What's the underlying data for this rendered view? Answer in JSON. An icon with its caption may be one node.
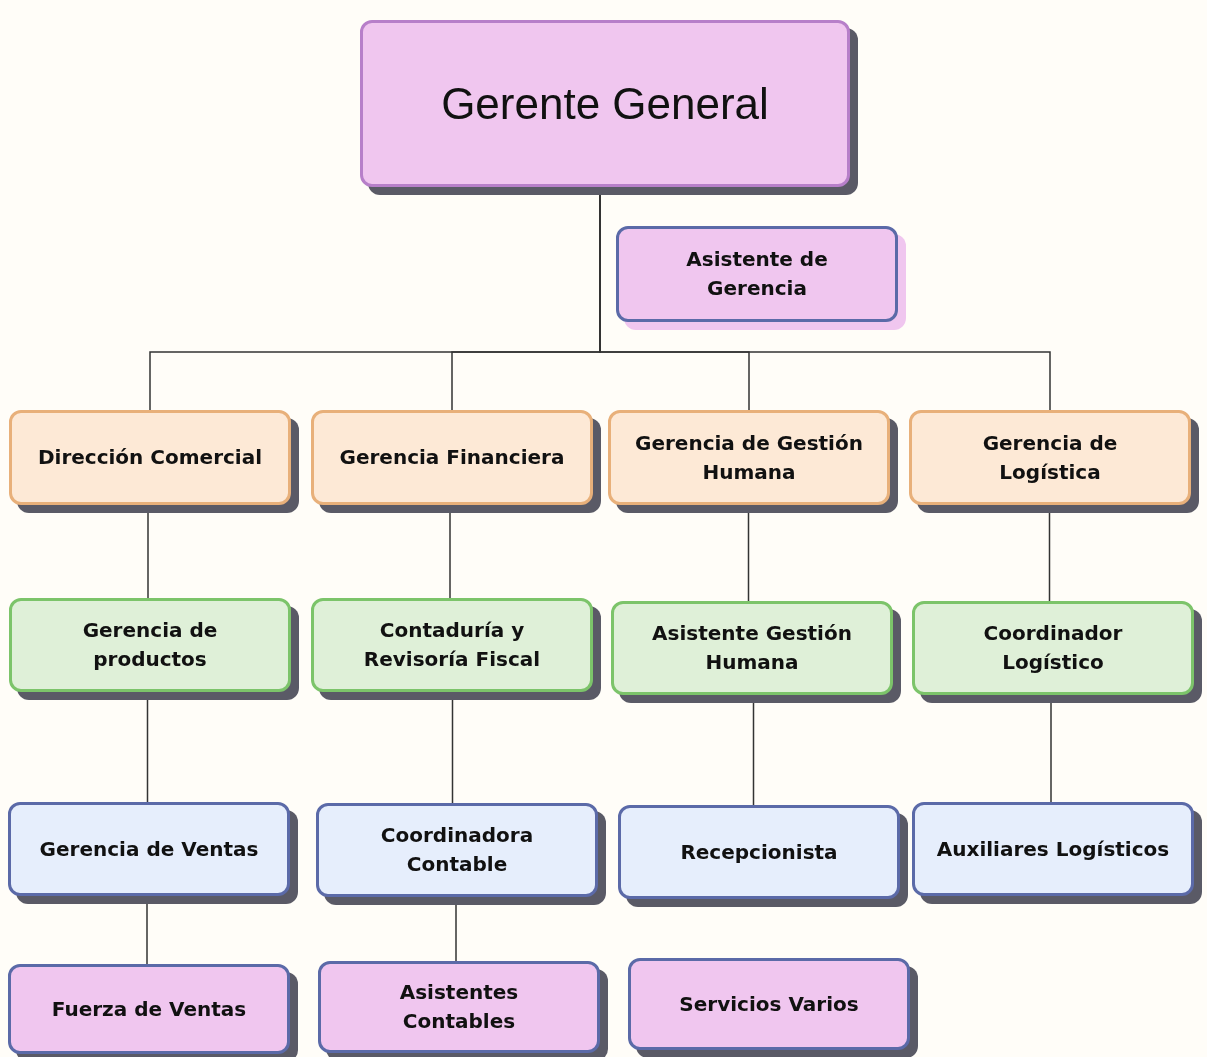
{
  "diagram": {
    "nodes": [
      {
        "text": [
          "Gerente General"
        ]
      },
      {
        "text": [
          "Asistente de Gerencia"
        ]
      },
      {
        "text": [
          "Dirección Comercial"
        ]
      },
      {
        "text": [
          "Gerencia Financiera"
        ]
      },
      {
        "text": [
          "Gerencia de Gestión Humana"
        ]
      },
      {
        "text": [
          "Gerencia de Logística"
        ]
      },
      {
        "text": [
          "Gerencia de productos"
        ]
      },
      {
        "text": [
          "Contaduría y Revisoría Fiscal"
        ]
      },
      {
        "text": [
          "Asistente Gestión Humana"
        ]
      },
      {
        "text": [
          "Coordinador Logístico"
        ]
      },
      {
        "text": [
          "Gerencia de Ventas"
        ]
      },
      {
        "text": [
          "Coordinadora Contable"
        ]
      },
      {
        "text": [
          "Recepcionista"
        ]
      },
      {
        "text": [
          "Auxiliares Logísticos"
        ]
      },
      {
        "text": [
          "Fuerza de Ventas"
        ]
      },
      {
        "text": [
          "Asistentes Contables"
        ]
      },
      {
        "text": [
          "Servicios Varios"
        ]
      }
    ],
    "edges": [
      {
        "from": 0,
        "to": 2,
        "arrow": "none"
      },
      {
        "from": 0,
        "to": 3,
        "arrow": "none"
      },
      {
        "from": 0,
        "to": 4,
        "arrow": "none"
      },
      {
        "from": 0,
        "to": 5,
        "arrow": "none"
      },
      {
        "from": 2,
        "to": 6,
        "arrow": "none"
      },
      {
        "from": 3,
        "to": 7,
        "arrow": "none"
      },
      {
        "from": 4,
        "to": 8,
        "arrow": "none"
      },
      {
        "from": 5,
        "to": 9,
        "arrow": "none"
      },
      {
        "from": 6,
        "to": 10,
        "arrow": "none"
      },
      {
        "from": 7,
        "to": 11,
        "arrow": "none"
      },
      {
        "from": 8,
        "to": 12,
        "arrow": "none"
      },
      {
        "from": 9,
        "to": 13,
        "arrow": "none"
      },
      {
        "from": 10,
        "to": 14,
        "arrow": "none"
      },
      {
        "from": 11,
        "to": 15,
        "arrow": "none"
      }
    ]
  }
}
